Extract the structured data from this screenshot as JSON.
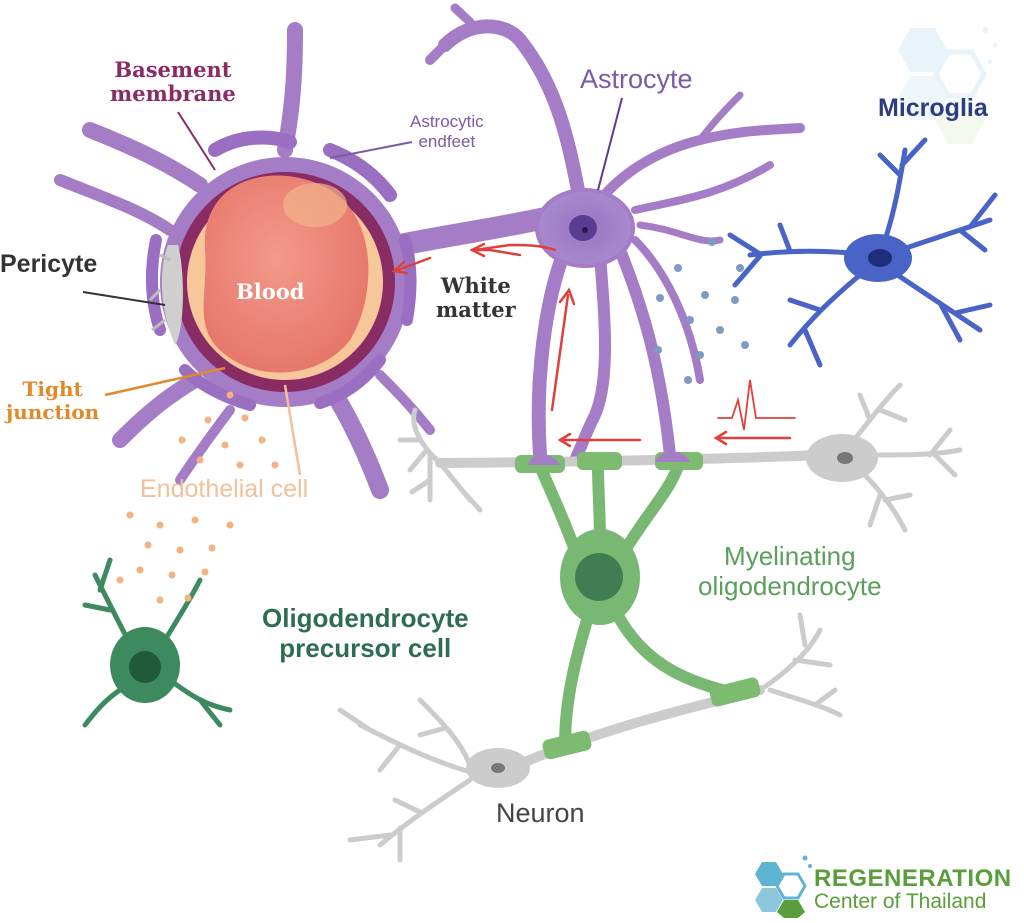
{
  "labels": {
    "basement_membrane": "Basement\nmembrane",
    "astrocytic_endfeet": "Astrocytic\nendfeet",
    "astrocyte": "Astrocyte",
    "microglia": "Microglia",
    "pericyte": "Pericyte",
    "blood": "Blood",
    "white_matter": "White\nmatter",
    "tight_junction": "Tight\njunction",
    "endothelial_cell": "Endothelial cell",
    "myelinating_oligodendrocyte": "Myelinating\noligodendrocyte",
    "opc": "Oligodendrocyte\nprecursor cell",
    "neuron": "Neuron"
  },
  "brand": {
    "line1": "REGENERATION",
    "line2": "Center of Thailand"
  },
  "colors": {
    "astrocyte": "#a57cc6",
    "astrocyte_dark": "#8a62b0",
    "basement_membrane": "#8a2c64",
    "blood_vessel_outer": "#f7c79a",
    "blood": "#ec8575",
    "microglia": "#4a63c6",
    "neuron": "#cccccc",
    "oligodendrocyte": "#79b873",
    "opc": "#3e8a5f",
    "signal_arrow": "#e0403a",
    "particles": "#f4b184",
    "microglia_particles": "#7f9ac4",
    "brand_green": "#5a9e3c",
    "brand_blue": "#5fb4d4"
  }
}
